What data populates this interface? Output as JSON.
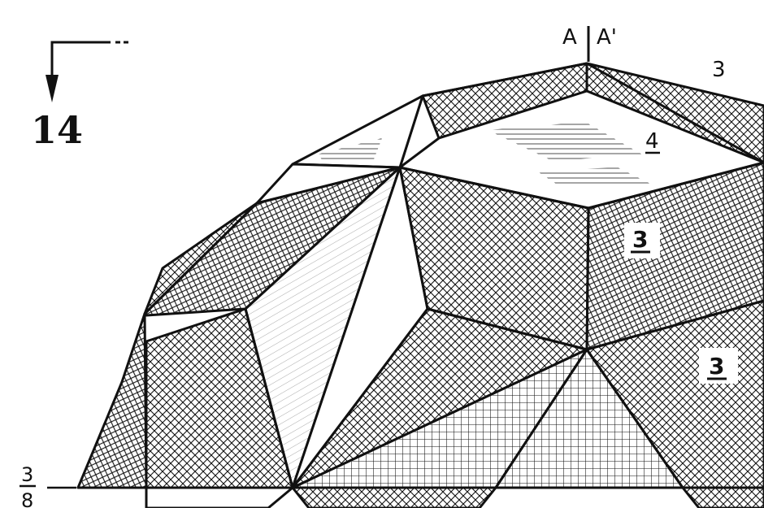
{
  "figure": {
    "number": "14",
    "section_label_left": "A",
    "section_label_right": "A'",
    "fraction_numerator": "3",
    "fraction_denominator": "8"
  },
  "labels": {
    "top_right": "3",
    "top_face": "4",
    "right_face_upper": "3",
    "right_face_lower": "3"
  },
  "colors": {
    "ink": "#111111",
    "paper": "#ffffff"
  },
  "icons": {
    "section_arrow": "arrow-down-icon"
  }
}
